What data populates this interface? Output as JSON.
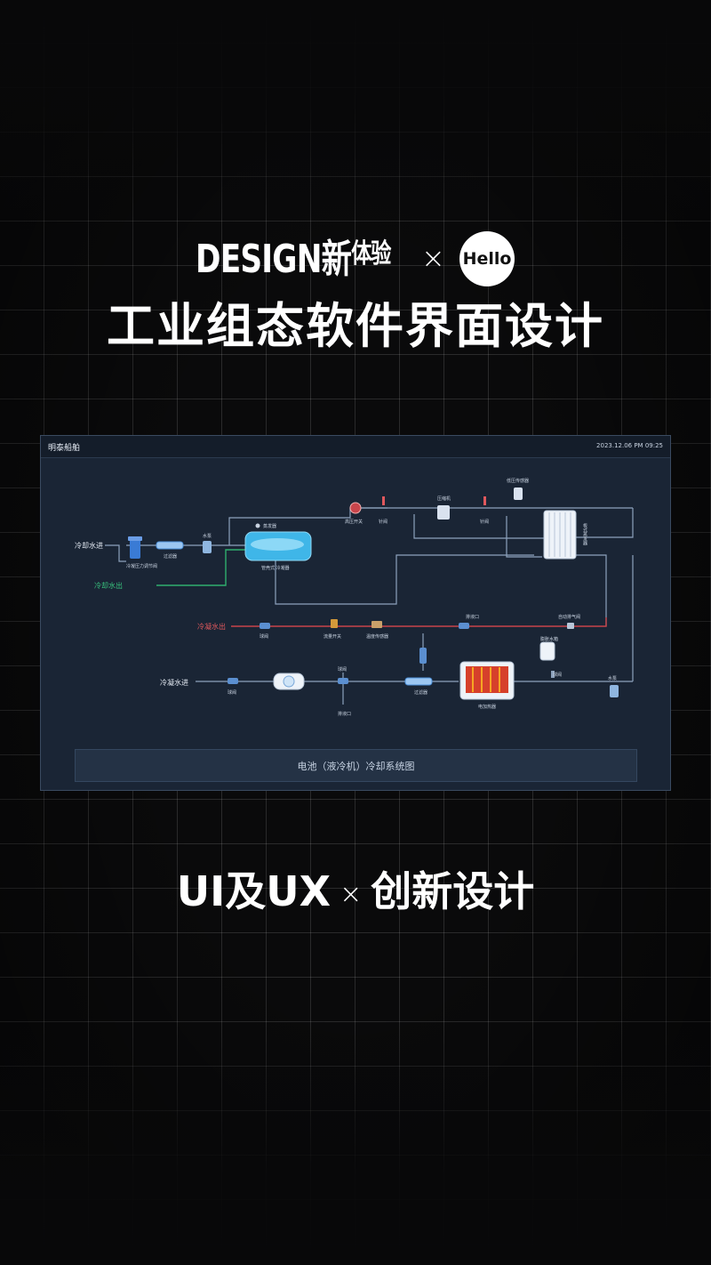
{
  "header": {
    "brand_text": "DESIGN新",
    "brand_small": "体验",
    "times": "×",
    "hello_logo": "Hello",
    "title": "工业组态软件界面设计"
  },
  "screen": {
    "app_name": "明泰船舶",
    "datetime": "2023.12.06  PM 09:25",
    "caption": "电池（液冷机）冷却系统图"
  },
  "diagram_labels": {
    "cooling_in": "冷却水进",
    "cooling_out": "冷却水出",
    "condense_out": "冷凝水出",
    "condense_in": "冷凝水进",
    "valve_reg": "冷凝压力调节阀",
    "filter": "过滤器",
    "pump_top": "水泵",
    "evaporator": "蒸发器",
    "shell_tube": "管壳式  冷凝器",
    "hp_switch": "高压开关",
    "needle1": "针阀",
    "compressor": "压缩机",
    "needle2": "针阀",
    "lp_sensor": "低压传感器",
    "radiator": "板式蒸发器",
    "ball_valve1": "球阀",
    "flow_switch": "流量开关",
    "temp_sensor": "温度传感器",
    "drain_port": "排液口",
    "auto_vent": "自动排气阀",
    "ball_valve2": "球阀",
    "ball_valve3": "球阀",
    "drain2": "排液口",
    "filter2": "过滤器",
    "heater": "电加热器",
    "tank": "膨胀水箱",
    "ball_valve4": "球阀",
    "pump_bottom": "水泵"
  },
  "footer": {
    "left": "UI及UX",
    "times": "×",
    "right": "创新设计"
  },
  "colors": {
    "pipe": "#8da2bd",
    "pipe_red": "#c8454b",
    "pipe_green": "#2fae6e",
    "label_red": "#e0585d",
    "label_green": "#38c27d"
  }
}
